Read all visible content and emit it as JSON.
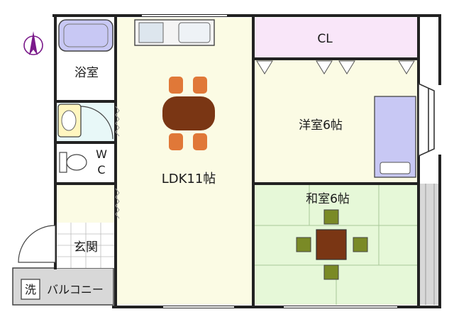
{
  "rooms": {
    "bath": "浴室",
    "wc_line1": "W",
    "wc_line2": "C",
    "entrance": "玄関",
    "ldk": "LDK11帖",
    "closet": "CL",
    "western": "洋室6帖",
    "japanese": "和室6帖"
  },
  "balcony": {
    "label": "バルコニー",
    "washer": "洗"
  },
  "icons": [
    "north-arrow-icon",
    "bathtub-icon",
    "toilet-icon",
    "washbasin-icon",
    "sink-icon",
    "stove-icon",
    "dining-table-icon",
    "chair-icon",
    "bed-icon",
    "washer-icon"
  ],
  "colors": {
    "ldk": "#fbfbe4",
    "closet": "#f9e6f9",
    "japanese": "#e6f8d8",
    "western": "#fbfbe4",
    "bed": "#c8c8f4",
    "bathtub": "#c8c8f4",
    "washroom": "#e8f8f8",
    "table": "#7a3614",
    "chairs": "#e07838",
    "zabuton": "#7a8a26",
    "wall": "#222222",
    "balcony": "#d8d8d8",
    "north": "#7a1a8a"
  }
}
